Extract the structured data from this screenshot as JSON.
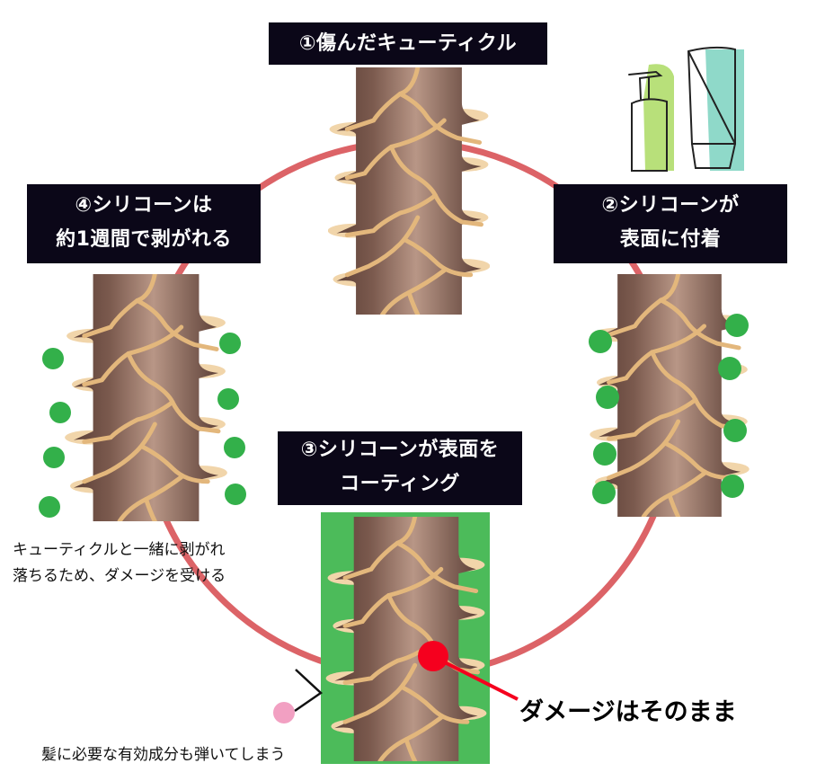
{
  "steps": [
    {
      "id": 1,
      "lines": [
        "①傷んだキューティクル"
      ]
    },
    {
      "id": 2,
      "lines": [
        "②シリコーンが",
        "表面に付着"
      ]
    },
    {
      "id": 3,
      "lines": [
        "③シリコーンが表面を",
        "コーティング"
      ]
    },
    {
      "id": 4,
      "lines": [
        "④シリコーンは",
        "約1週間で剥がれる"
      ]
    }
  ],
  "notes": {
    "peel_damage": [
      "キューティクルと一緒に剥がれ",
      "落ちるため、ダメージを受ける"
    ],
    "repel_nutrients": "髪に必要な有効成分も弾いてしまう",
    "damage_remains": "ダメージはそのまま"
  },
  "icons": {
    "products": "shampoo-bottle-and-tube-icon",
    "silicone": "green-dot",
    "damage": "red-dot",
    "nutrient": "pink-dot"
  },
  "colors": {
    "cycle_ring": "#dc6367",
    "label_bg": "#0b0718",
    "silicone": "#33b04a",
    "coating": "#4cbb5a",
    "damage": "#f5001e",
    "nutrient": "#f2a0c2",
    "hair_dark": "#6e4f44",
    "hair_light": "#b69484",
    "cuticle": "#f2d6ac",
    "pump_bottle_tint": "#b8e07a",
    "tube_tint": "#8fd9c9"
  }
}
